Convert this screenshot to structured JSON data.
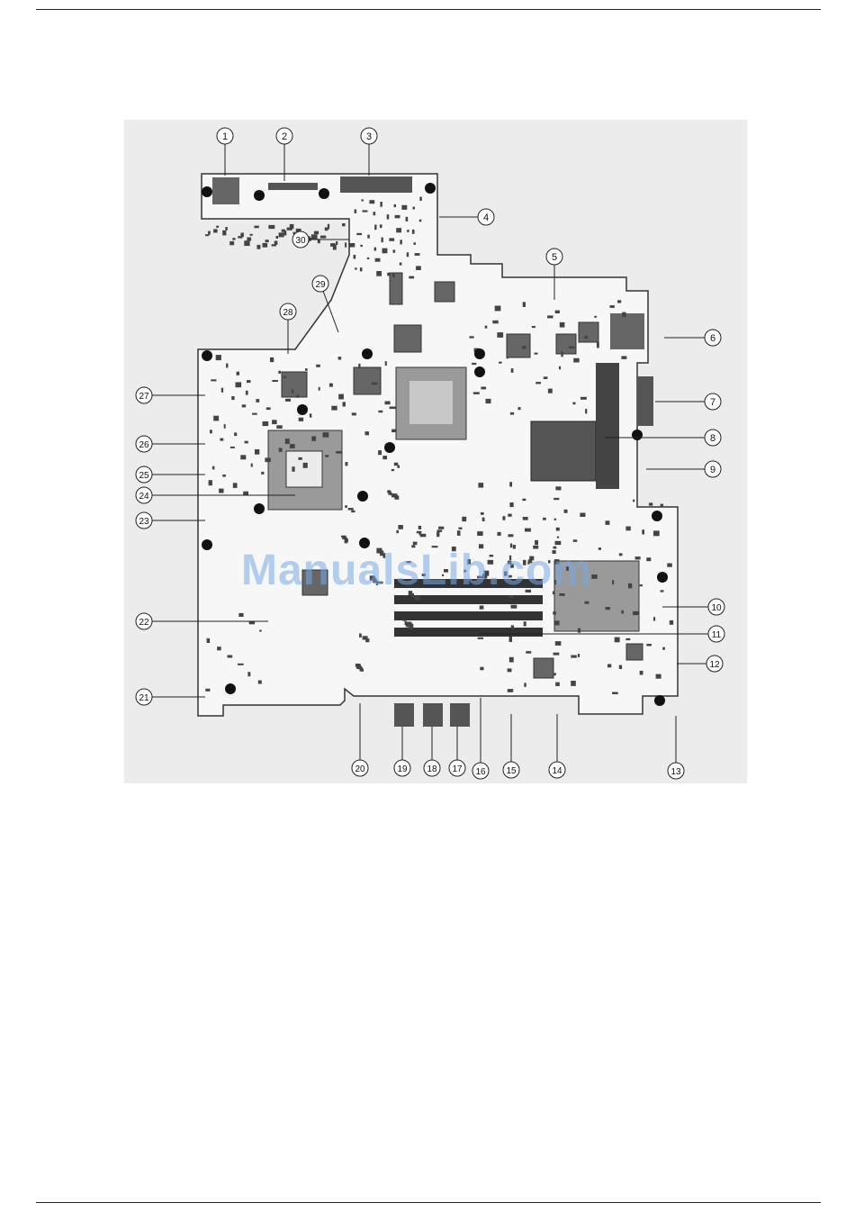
{
  "watermark": "ManualsLib.com",
  "callouts": [
    {
      "id": "1",
      "label": "1"
    },
    {
      "id": "2",
      "label": "2"
    },
    {
      "id": "3",
      "label": "3"
    },
    {
      "id": "4",
      "label": "4"
    },
    {
      "id": "5",
      "label": "5"
    },
    {
      "id": "6",
      "label": "6"
    },
    {
      "id": "7",
      "label": "7"
    },
    {
      "id": "8",
      "label": "8"
    },
    {
      "id": "9",
      "label": "9"
    },
    {
      "id": "10",
      "label": "10"
    },
    {
      "id": "11",
      "label": "11"
    },
    {
      "id": "12",
      "label": "12"
    },
    {
      "id": "13",
      "label": "13"
    },
    {
      "id": "14",
      "label": "14"
    },
    {
      "id": "15",
      "label": "15"
    },
    {
      "id": "16",
      "label": "16"
    },
    {
      "id": "17",
      "label": "17"
    },
    {
      "id": "18",
      "label": "18"
    },
    {
      "id": "19",
      "label": "19"
    },
    {
      "id": "20",
      "label": "20"
    },
    {
      "id": "21",
      "label": "21"
    },
    {
      "id": "22",
      "label": "22"
    },
    {
      "id": "23",
      "label": "23"
    },
    {
      "id": "24",
      "label": "24"
    },
    {
      "id": "25",
      "label": "25"
    },
    {
      "id": "26",
      "label": "26"
    },
    {
      "id": "27",
      "label": "27"
    },
    {
      "id": "28",
      "label": "28"
    },
    {
      "id": "29",
      "label": "29"
    },
    {
      "id": "30",
      "label": "30"
    }
  ],
  "colors": {
    "board": "#f7f7f7",
    "background": "#ececec",
    "ink": "#1a1a1a",
    "watermark": "#78aae6"
  }
}
